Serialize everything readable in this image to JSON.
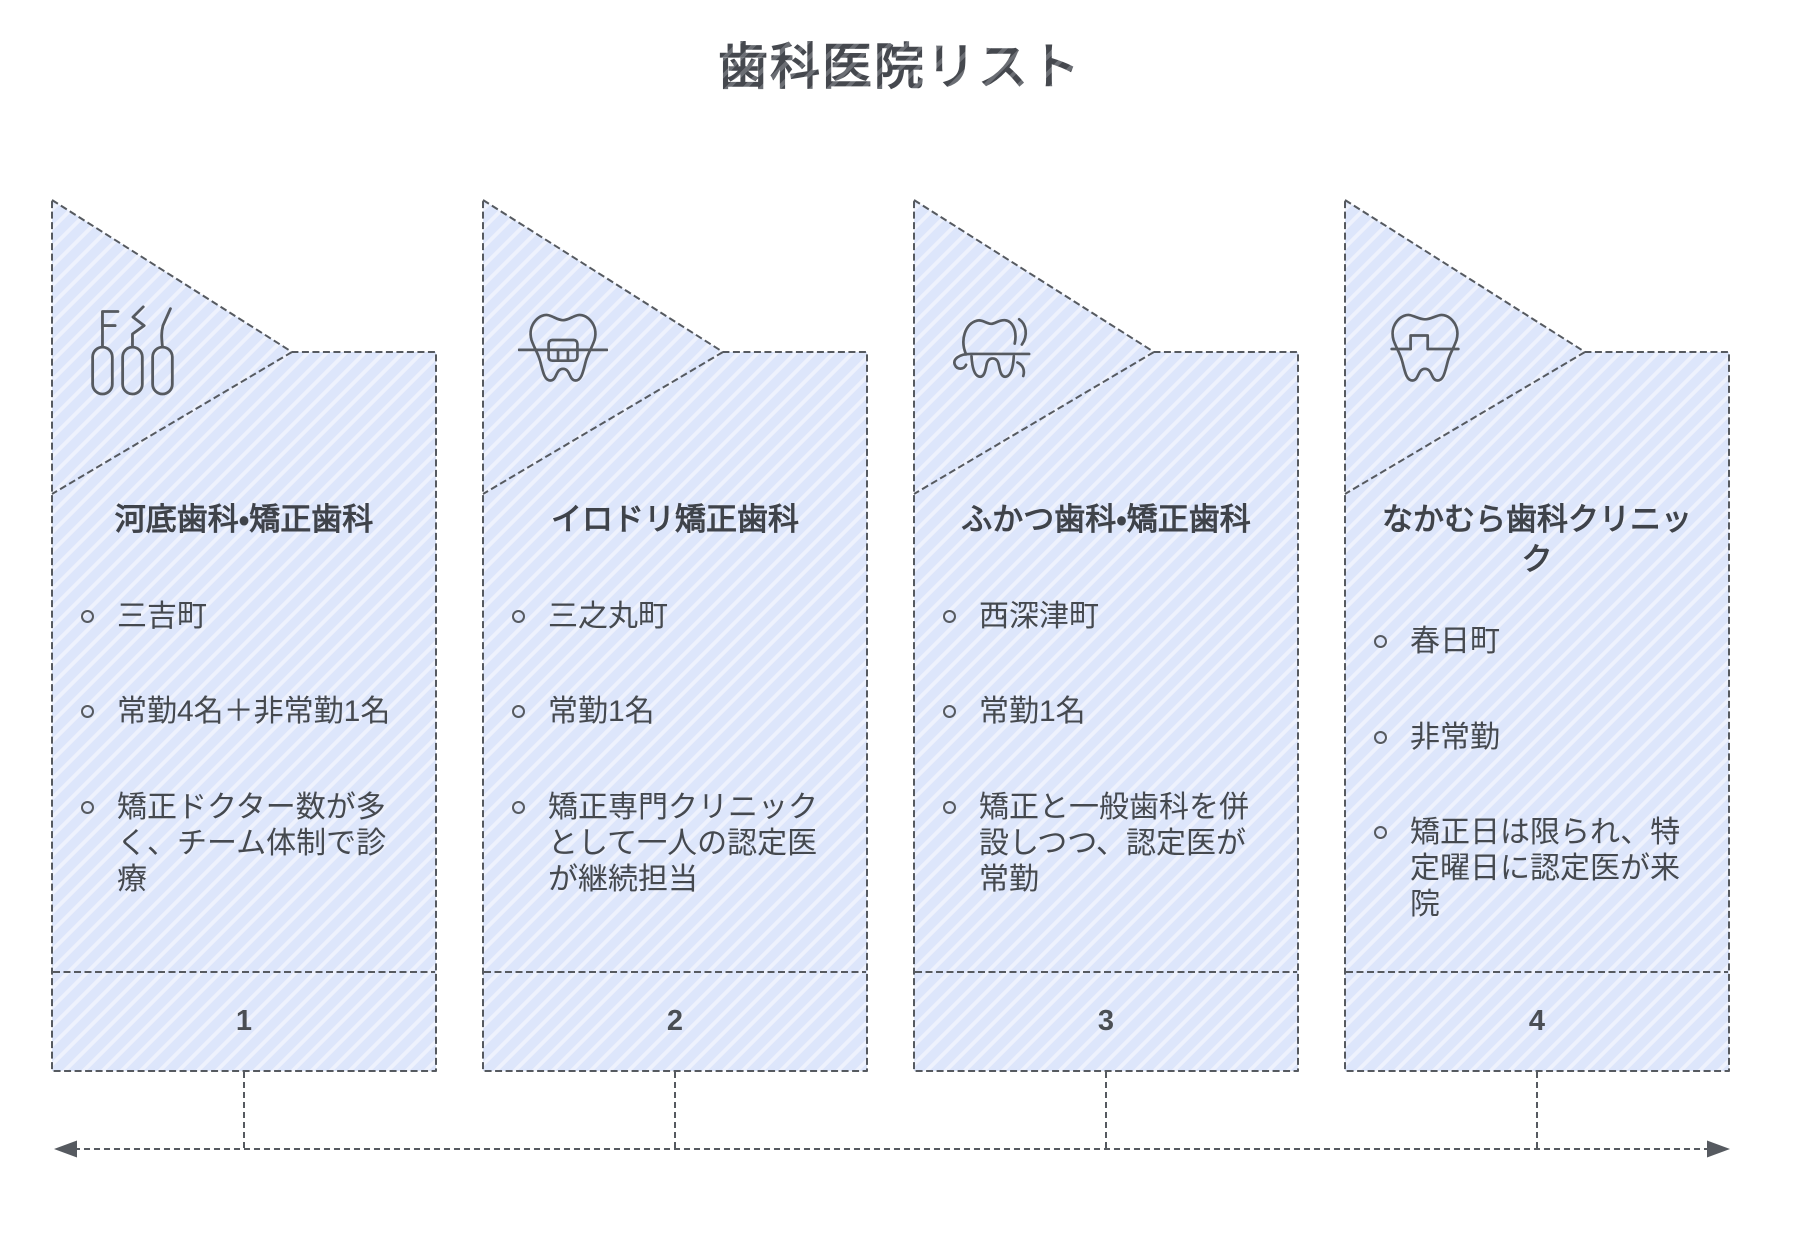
{
  "page": {
    "title": "歯科医院リスト"
  },
  "cards": [
    {
      "number": "1",
      "title": "河底歯科・矯正歯科",
      "icon": "dental-tools-icon",
      "bullets": [
        "三吉町",
        "常勤4名＋非常勤1名",
        "矯正ドクター数が多\nく、チーム体制で診\n療"
      ]
    },
    {
      "number": "2",
      "title": "イロドリ矯正歯科",
      "icon": "tooth-braces-icon",
      "bullets": [
        "三之丸町",
        "常勤1名",
        "矯正専門クリニック\nとして一人の認定医\nが継続担当"
      ]
    },
    {
      "number": "3",
      "title": "ふかつ歯科・矯正歯科",
      "icon": "loose-tooth-icon",
      "bullets": [
        "西深津町",
        "常勤1名",
        "矯正と一般歯科を併\n設しつつ、認定医が\n常勤"
      ]
    },
    {
      "number": "4",
      "title": "なかむら歯科クリニッ\nク",
      "icon": "dental-crown-icon",
      "bullets": [
        "春日町",
        "非常勤",
        "矯正日は限られ、特\n定曜日に認定医が来\n院"
      ]
    }
  ],
  "colors": {
    "line": "#565a60",
    "text": "#45494f",
    "title": "#3f434a",
    "stripe-light": "#eef2fd",
    "stripe-dark": "#dde6fb"
  }
}
